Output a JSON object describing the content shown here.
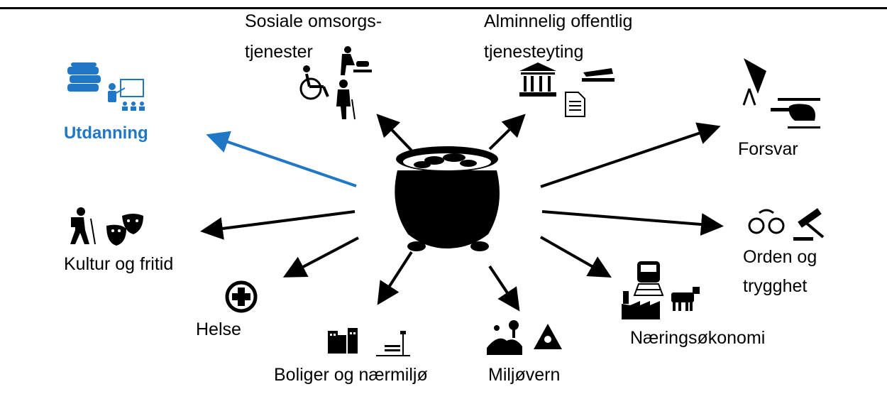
{
  "labels": {
    "sosiale_1": "Sosiale omsorgs-",
    "sosiale_2": "tjenester",
    "alminnelig_1": "Alminnelig offentlig",
    "alminnelig_2": "tjenesteyting",
    "utdanning": "Utdanning",
    "forsvar": "Forsvar",
    "kultur": "Kultur og fritid",
    "orden_1": "Orden og",
    "orden_2": "trygghet",
    "helse": "Helse",
    "naering": "Næringsøkonomi",
    "boliger": "Boliger og nærmiljø",
    "miljo": "Miljøvern"
  },
  "colors": {
    "highlight": "#1f77c6",
    "ink": "#000000"
  },
  "icons": [
    "books-icon",
    "teacher-icon",
    "wheelchair-icon",
    "caregiver-icon",
    "elderly-icon",
    "government-building-icon",
    "stapler-icon",
    "document-icon",
    "radar-icon",
    "helicopter-icon",
    "hiker-icon",
    "theater-masks-icon",
    "handcuffs-icon",
    "gavel-icon",
    "health-cross-icon",
    "train-icon",
    "factory-icon",
    "cow-icon",
    "apartment-buildings-icon",
    "park-bench-icon",
    "landscape-icon",
    "toxic-warning-icon",
    "money-pot-icon"
  ]
}
